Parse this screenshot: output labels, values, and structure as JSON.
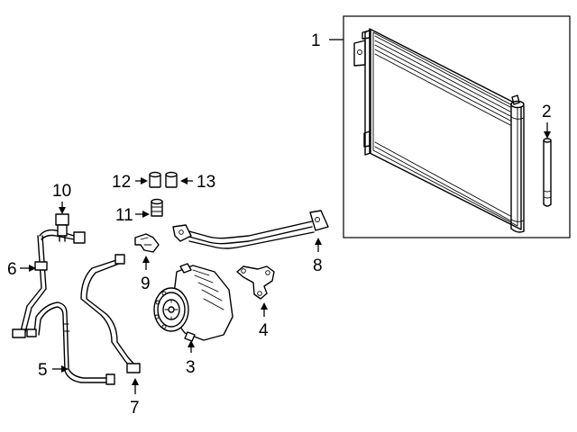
{
  "callouts": {
    "c1": "1",
    "c2": "2",
    "c3": "3",
    "c4": "4",
    "c5": "5",
    "c6": "6",
    "c7": "7",
    "c8": "8",
    "c9": "9",
    "c10": "10",
    "c11": "11",
    "c12": "12",
    "c13": "13"
  },
  "parts": [
    {
      "callout": "1",
      "icon": "condenser"
    },
    {
      "callout": "2",
      "icon": "receiver-drier"
    },
    {
      "callout": "3",
      "icon": "ac-compressor"
    },
    {
      "callout": "4",
      "icon": "mounting-bracket"
    },
    {
      "callout": "5",
      "icon": "hose-line"
    },
    {
      "callout": "6",
      "icon": "hose-line"
    },
    {
      "callout": "7",
      "icon": "hose-line"
    },
    {
      "callout": "8",
      "icon": "ac-line"
    },
    {
      "callout": "9",
      "icon": "bracket"
    },
    {
      "callout": "10",
      "icon": "pressure-switch"
    },
    {
      "callout": "11",
      "icon": "valve"
    },
    {
      "callout": "12",
      "icon": "cap"
    },
    {
      "callout": "13",
      "icon": "cap"
    }
  ],
  "colors": {
    "line": "#000000",
    "background": "#ffffff"
  }
}
